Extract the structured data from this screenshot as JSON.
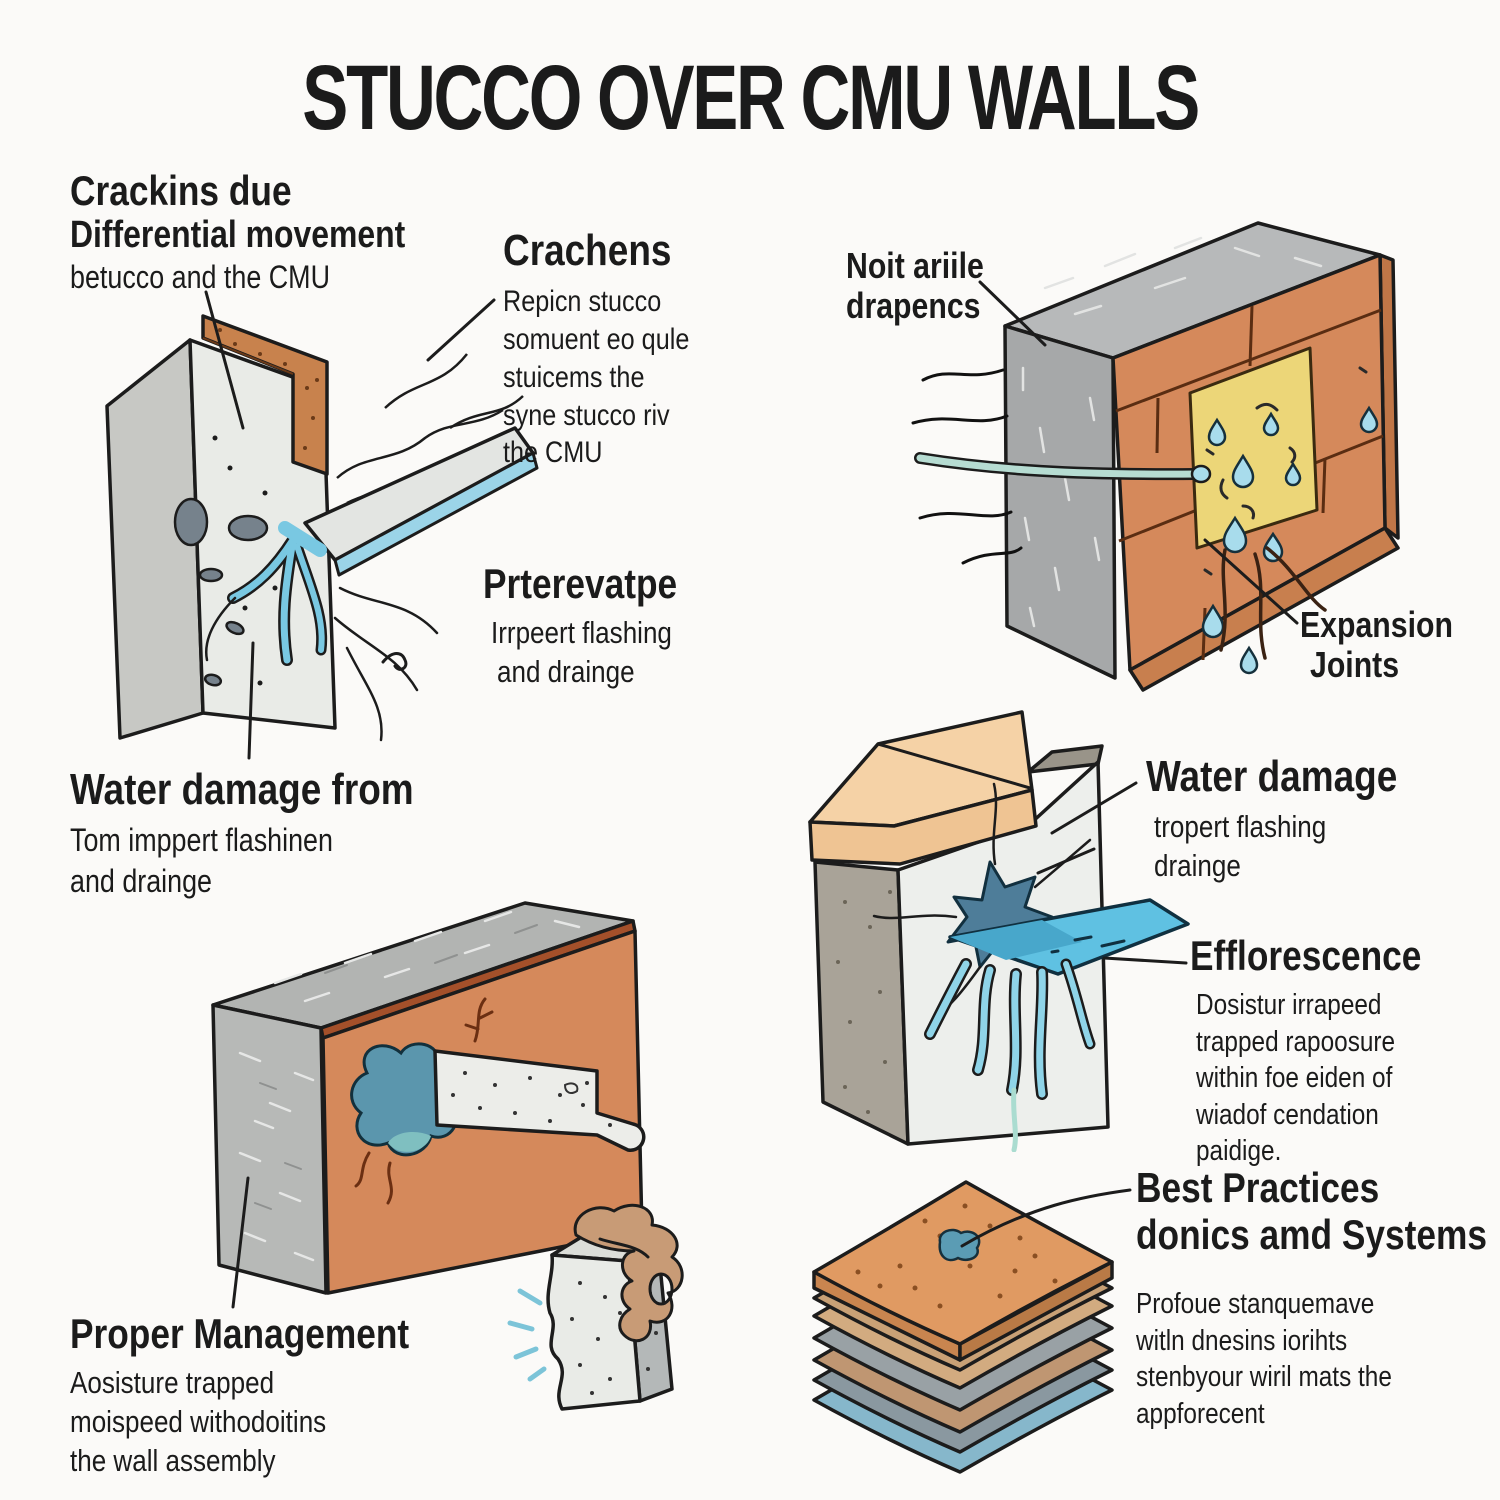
{
  "title": "STUCCO OVER CMU WALLS",
  "blocks": {
    "cracking": {
      "heading1": "Crackins due",
      "heading2": "Differential movement",
      "body": [
        "betucco and the CMU"
      ]
    },
    "crachens": {
      "heading": "Crachens",
      "body": [
        "Repicn stucco",
        "somuent eo qule",
        "stuicems the",
        "syne stucco riv",
        "the CMU"
      ]
    },
    "preventive": {
      "heading": "Prterevatpe",
      "body": [
        "Irrpeert flashing",
        "and drainge"
      ]
    },
    "moisture": {
      "line1": "Noit ariile",
      "line2": "drapencs"
    },
    "expansion": {
      "line1": "Expansion",
      "line2": "Joints"
    },
    "water_left": {
      "heading": "Water damage from",
      "body": [
        "Tom imppert flashinen",
        "and drainge"
      ]
    },
    "water_right": {
      "heading": "Water damage",
      "body": [
        "tropert flashing",
        "drainge"
      ]
    },
    "efflorescence": {
      "heading": "Efflorescence",
      "body": [
        "Dosistur irrapeed",
        "trapped rapoosure",
        "within foe eiden of",
        "wiadof cendation",
        "paidige."
      ]
    },
    "best_practices": {
      "heading1": "Best Practices",
      "heading2": "donics amd Systems",
      "body": [
        "Profoue stanquemave",
        "witln dnesins iorihts",
        "stenbyour wiril mats the",
        "appforecent"
      ]
    },
    "proper": {
      "heading": "Proper Management",
      "body": [
        "Aosisture trapped",
        "moispeed withodoitins",
        "the wall assembly"
      ]
    }
  },
  "colors": {
    "background": "#fbfaf8",
    "text": "#1b1b1b",
    "stucco_orange": "#d5895b",
    "stucco_band": "#c8824d",
    "cmu_gray": "#b5b7b6",
    "concrete_white": "#eceeea",
    "leak_yellow": "#ecd678",
    "water_light": "#a8dcec",
    "water_mid": "#5fc1e2",
    "water_deep": "#4e86a0",
    "cap_tan": "#f0c796",
    "goo_tan": "#c89b76",
    "outline": "#1c1c1c"
  }
}
